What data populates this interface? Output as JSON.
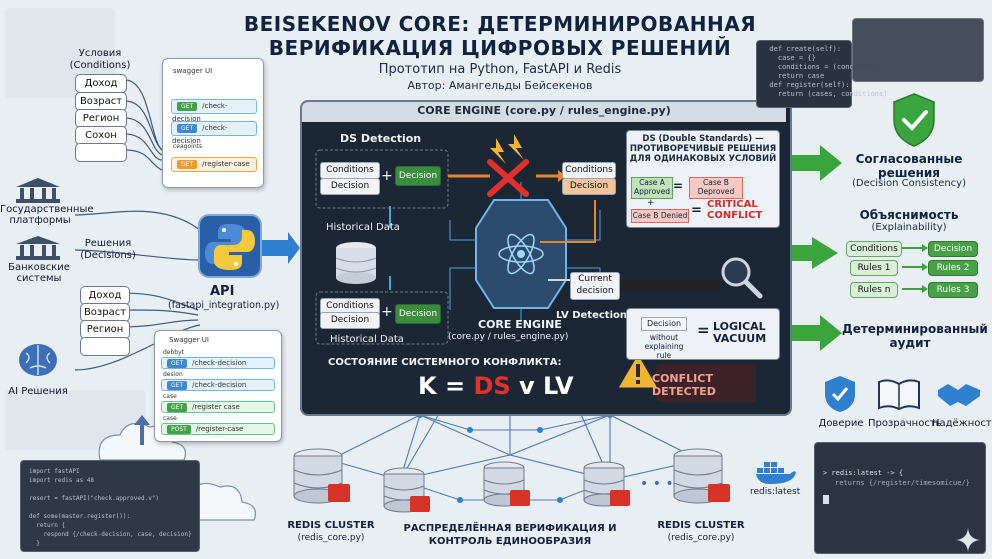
{
  "header": {
    "title_line1": "BEISEKENOV CORE: ДЕТЕРМИНИРОВАННАЯ",
    "title_line2": "ВЕРИФИКАЦИЯ ЦИФРОВЫХ РЕШЕНИЙ",
    "subtitle": "Прототип на Python, FastAPI и Redis",
    "author": "Автор: Амангельды Бейсекенов"
  },
  "left": {
    "conditions_title": "Условия",
    "conditions_sub": "(Conditions)",
    "conditions": [
      "Доход",
      "Возраст",
      "Регион",
      "Сохон"
    ],
    "gov_label": "Государственные платформы",
    "decisions_title": "Решения",
    "decisions_sub": "(Decisions)",
    "bank_label": "Банковские системы",
    "decision_items": [
      "Доход",
      "Возраст",
      "Регион"
    ],
    "ai_label": "AI Решения"
  },
  "swagger_top": {
    "title": "swagger UI",
    "rows": [
      {
        "method": "GET",
        "path": "/check-decision"
      },
      {
        "method": "GET",
        "path": "/check-decision"
      }
    ],
    "section": "ceagoints",
    "last": {
      "method": "GET",
      "path": "/register-case"
    }
  },
  "api": {
    "label": "API",
    "file": "(fastapi_integration.py)"
  },
  "swagger_bottom": {
    "title": "Swagger UI",
    "groups": [
      {
        "name": "debbyt",
        "method": "GET",
        "path": "/check-decision"
      },
      {
        "name": "desion",
        "method": "GET",
        "path": "/check-decision"
      },
      {
        "name": "case",
        "method": "GET",
        "path": "/register case"
      },
      {
        "name": "case",
        "method": "POST",
        "path": "/register-case"
      }
    ]
  },
  "core": {
    "bar_title": "CORE ENGINE (core.py / rules_engine.py)",
    "ds_detection": "DS Detection",
    "conditions": "Conditions",
    "decision": "Decision",
    "plus": "+",
    "decision_green": "Decision",
    "historical_data": "Historical Data",
    "engine_label": "CORE ENGINE",
    "engine_file": "(core.py / rules_engine.py)",
    "current_decision": "Current decision",
    "lv_detection": "LV Detection",
    "ds_box": {
      "title": "DS (Double Standards) — ПРОТИВОРЕЧИВЫЕ РЕШЕНИЯ ДЛЯ ОДИНАКОВЫХ УСЛОВИЙ",
      "case_a": "Case A Approved",
      "case_b_deproved": "Case B Deproved",
      "case_b_denied": "Case B Denied",
      "equals": "=",
      "critical": "CRITICAL CONFLICT"
    },
    "lv_box": {
      "decision": "Decision",
      "without": "without explaining rule",
      "logical": "LOGICAL VACUUM"
    },
    "state_label": "Состояние системного конфликта:",
    "formula_k": "K",
    "formula_eq": "=",
    "formula_ds": "DS",
    "formula_v": "v",
    "formula_lv": "LV",
    "conflict": "CONFLICT DETECTED"
  },
  "right": {
    "consistency_title": "Согласованные решения",
    "consistency_sub": "(Decision Consistency)",
    "explain_title": "Объяснимость",
    "explain_sub": "(Explainability)",
    "pairs": [
      {
        "left": "Conditions",
        "right": "Decision"
      },
      {
        "left": "Rules 1",
        "right": "Rules 2"
      },
      {
        "left": "Rules n",
        "right": "Rules 3"
      }
    ],
    "audit_title": "Детерминированный аудит",
    "trust": [
      "Доверие",
      "Прозрачность",
      "Надёжность"
    ]
  },
  "bottom": {
    "redis_left": "REDIS CLUSTER",
    "redis_left_file": "(redis_core.py)",
    "center": "Распределённая верификация и контроль единообразия",
    "redis_right": "REDIS CLUSTER",
    "redis_right_file": "(redis_core.py)",
    "docker_label": "redis:latest",
    "terminal_line1": "> redis:latest -> {",
    "terminal_line2": "returns {/register/timesomicue/}"
  },
  "code_left": [
    "import fastAPI",
    "import redis as 48",
    "",
    "resert = fastAPI(\"check.approved.v\")",
    "",
    "def some(master.register()):",
    "  return {",
    "    respond {/check-decision, case, decision}",
    "  }"
  ],
  "code_right_top": [
    "  def create(self):",
    "    case = {}",
    "    conditions = (condition)",
    "    return case",
    "  def register(self):",
    "    return (cases, conditions)"
  ],
  "colors": {
    "green": "#3aa53e",
    "blue_arrow": "#2f80d1",
    "orange": "#e8862b",
    "red": "#e0312c",
    "panel": "#1c2736"
  }
}
